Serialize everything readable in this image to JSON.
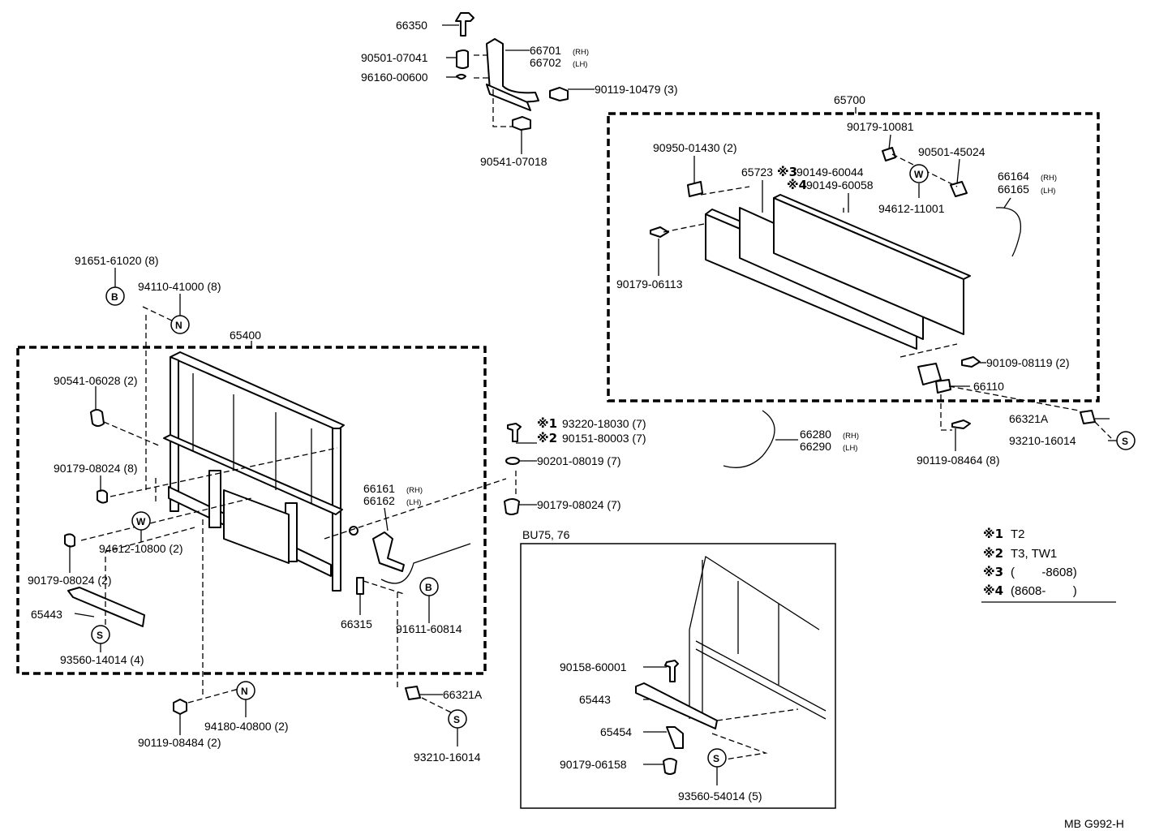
{
  "diagram": {
    "groups": {
      "main_frame": "65400",
      "tail_gate": "65700"
    },
    "callouts": {
      "p66350": "66350",
      "p90501_07041": "90501-07041",
      "p96160_00600": "96160-00600",
      "p66701": "66701",
      "p66702": "66702",
      "p90119_10479": "90119-10479 (3)",
      "p90541_07018": "90541-07018",
      "p90179_10081": "90179-10081",
      "p90950_01430": "90950-01430 (2)",
      "p90501_45024": "90501-45024",
      "p65723": "65723",
      "p90149_60044": "90149-60044",
      "p90149_60058": "90149-60058",
      "p94612_11001": "94612-11001",
      "p66164": "66164",
      "p66165": "66165",
      "p90179_06113": "90179-06113",
      "p90109_08119": "90109-08119 (2)",
      "p66110": "66110",
      "p66321A_r": "66321A",
      "p93210_16014_r": "93210-16014",
      "p90119_08464": "90119-08464 (8)",
      "p66280": "66280",
      "p66290": "66290",
      "p91651_61020": "91651-61020 (8)",
      "p94110_41000": "94110-41000 (8)",
      "p90541_06028": "90541-06028 (2)",
      "p90179_08024_8": "90179-08024 (8)",
      "p94612_10800": "94612-10800 (2)",
      "p90179_08024_2": "90179-08024 (2)",
      "p65443": "65443",
      "p93560_14014": "93560-14014 (4)",
      "p66161": "66161",
      "p66162": "66162",
      "p66315": "66315",
      "p91611_60814": "91611-60814",
      "p93220_18030": "93220-18030 (7)",
      "p90151_80003": "90151-80003 (7)",
      "p90201_08019": "90201-08019 (7)",
      "p90179_08024_7": "90179-08024 (7)",
      "p94180_40800": "94180-40800 (2)",
      "p90119_08484": "90119-08484 (2)",
      "p66321A_l": "66321A",
      "p93210_16014_l": "93210-16014",
      "p90158_60001": "90158-60001",
      "p65443_bu": "65443",
      "p65454": "65454",
      "p90179_06158": "90179-06158",
      "p93560_54014": "93560-54014 (5)"
    },
    "side_marks": {
      "rh": "(RH)",
      "lh": "(LH)"
    },
    "circle_codes": {
      "bolt": "B",
      "nut": "N",
      "washer": "W",
      "screw": "S"
    },
    "note_marks": {
      "n1": "※1",
      "n2": "※2",
      "n3": "※3",
      "n4": "※4"
    },
    "inset": {
      "title": "BU75, 76"
    },
    "legend": [
      {
        "mark": "※1",
        "text": "T2"
      },
      {
        "mark": "※2",
        "text": "T3, TW1"
      },
      {
        "mark": "※3",
        "text": "(        -8608)"
      },
      {
        "mark": "※4",
        "text": "(8608-        )"
      }
    ],
    "footer_code": "MB G992-H"
  }
}
